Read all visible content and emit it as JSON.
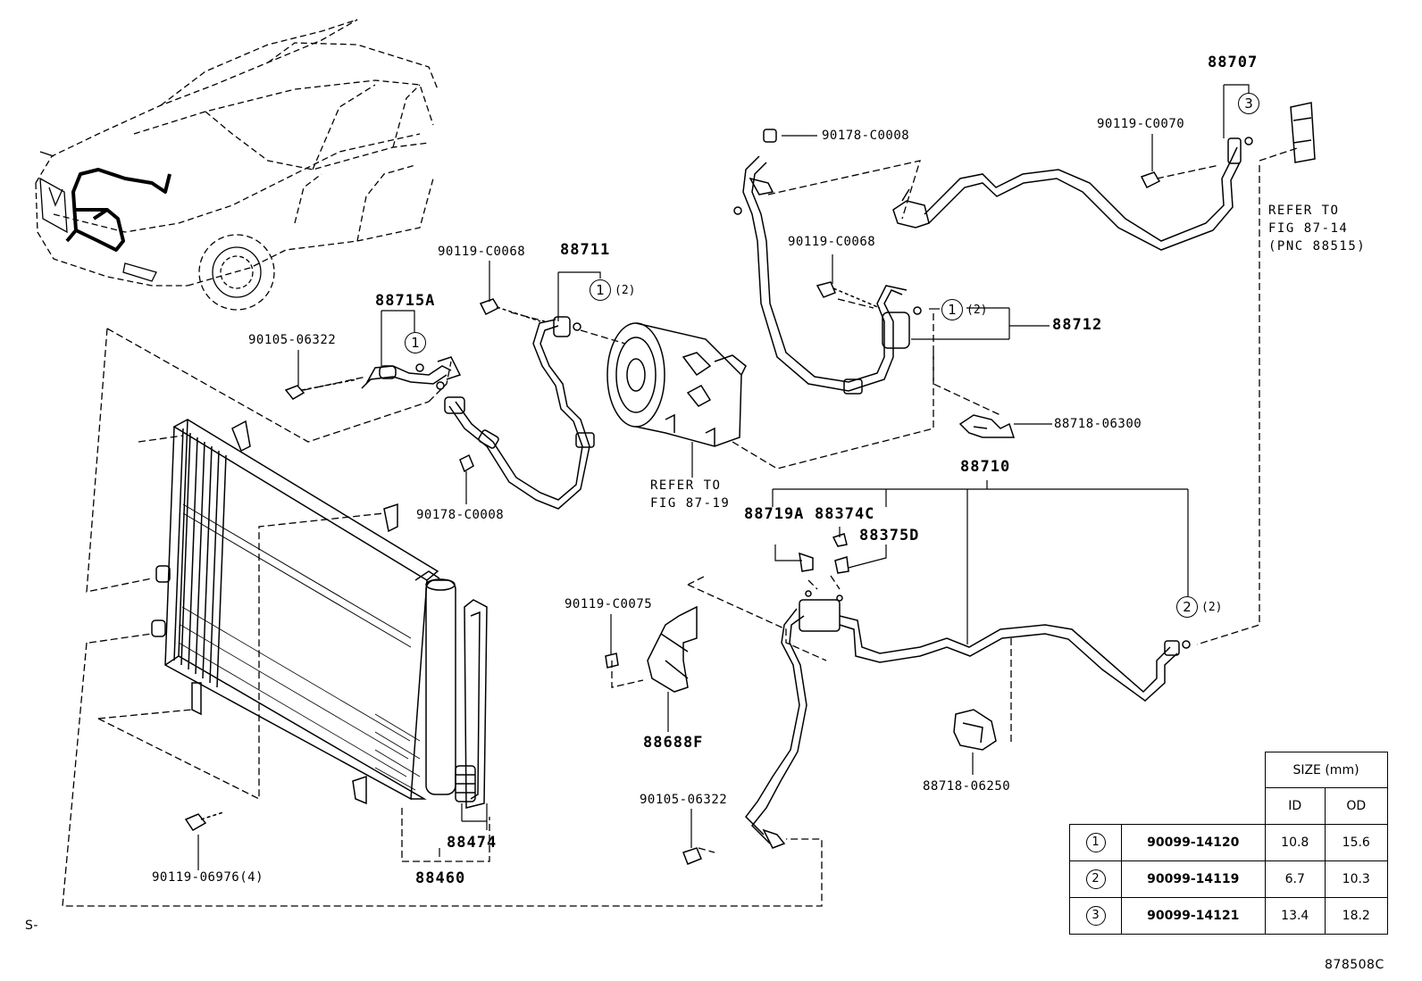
{
  "parts": {
    "p88707": "88707",
    "p90178_top": "90178-C0008",
    "p90119_c0070": "90119-C0070",
    "refer_top": [
      "REFER TO",
      "FIG 87-14",
      "(PNC 88515)"
    ],
    "p90119_c0068_left": "90119-C0068",
    "p88711": "88711",
    "p90119_c0068_right": "90119-C0068",
    "p88715A": "88715A",
    "p90105_06322_left": "90105-06322",
    "p88712": "88712",
    "p88718_06300": "88718-06300",
    "p90178_c0008_bottom": "90178-C0008",
    "refer_mid": [
      "REFER TO",
      "FIG 87-19"
    ],
    "p88710": "88710",
    "p88719A": "88719A",
    "p88374C": "88374C",
    "p88375D": "88375D",
    "p90119_c0075": "90119-C0075",
    "p88688F": "88688F",
    "p90105_06322_bottom": "90105-06322",
    "p88474": "88474",
    "p88718_06250": "88718-06250",
    "p90119_06976": "90119-06976(4)",
    "p88460": "88460",
    "prefix": "S-",
    "figure_code": "878508C"
  },
  "circle_marks": {
    "c1": "1",
    "c2": "2",
    "c3": "3",
    "qty_2": "(2)"
  },
  "size_table": {
    "header": "SIZE (mm)",
    "id": "ID",
    "od": "OD",
    "rows": [
      {
        "mark": "1",
        "part": "90099-14120",
        "id": "10.8",
        "od": "15.6"
      },
      {
        "mark": "2",
        "part": "90099-14119",
        "id": "6.7",
        "od": "10.3"
      },
      {
        "mark": "3",
        "part": "90099-14121",
        "id": "13.4",
        "od": "18.2"
      }
    ]
  }
}
